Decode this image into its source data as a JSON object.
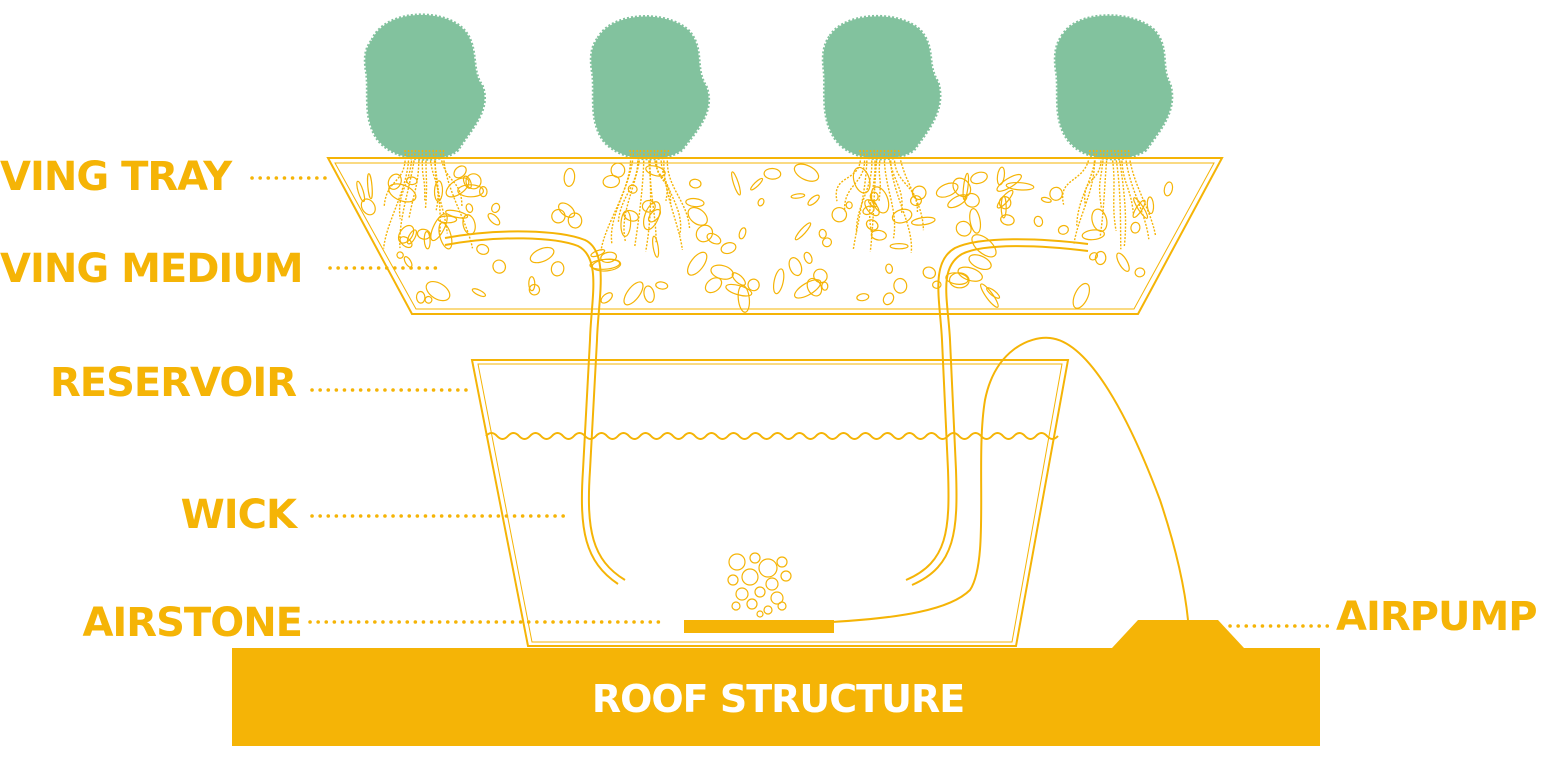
{
  "labels": {
    "growing_tray": "VING TRAY",
    "growing_medium": "VING MEDIUM",
    "reservoir": "RESERVOIR",
    "wick": "WICK",
    "airstone": "AIRSTONE",
    "airpump": "AIRPUMP",
    "roof_structure": "ROOF STRUCTURE"
  },
  "colors": {
    "accent": "#F5B406",
    "plant": "#82C29E",
    "background": "#FFFFFF"
  }
}
